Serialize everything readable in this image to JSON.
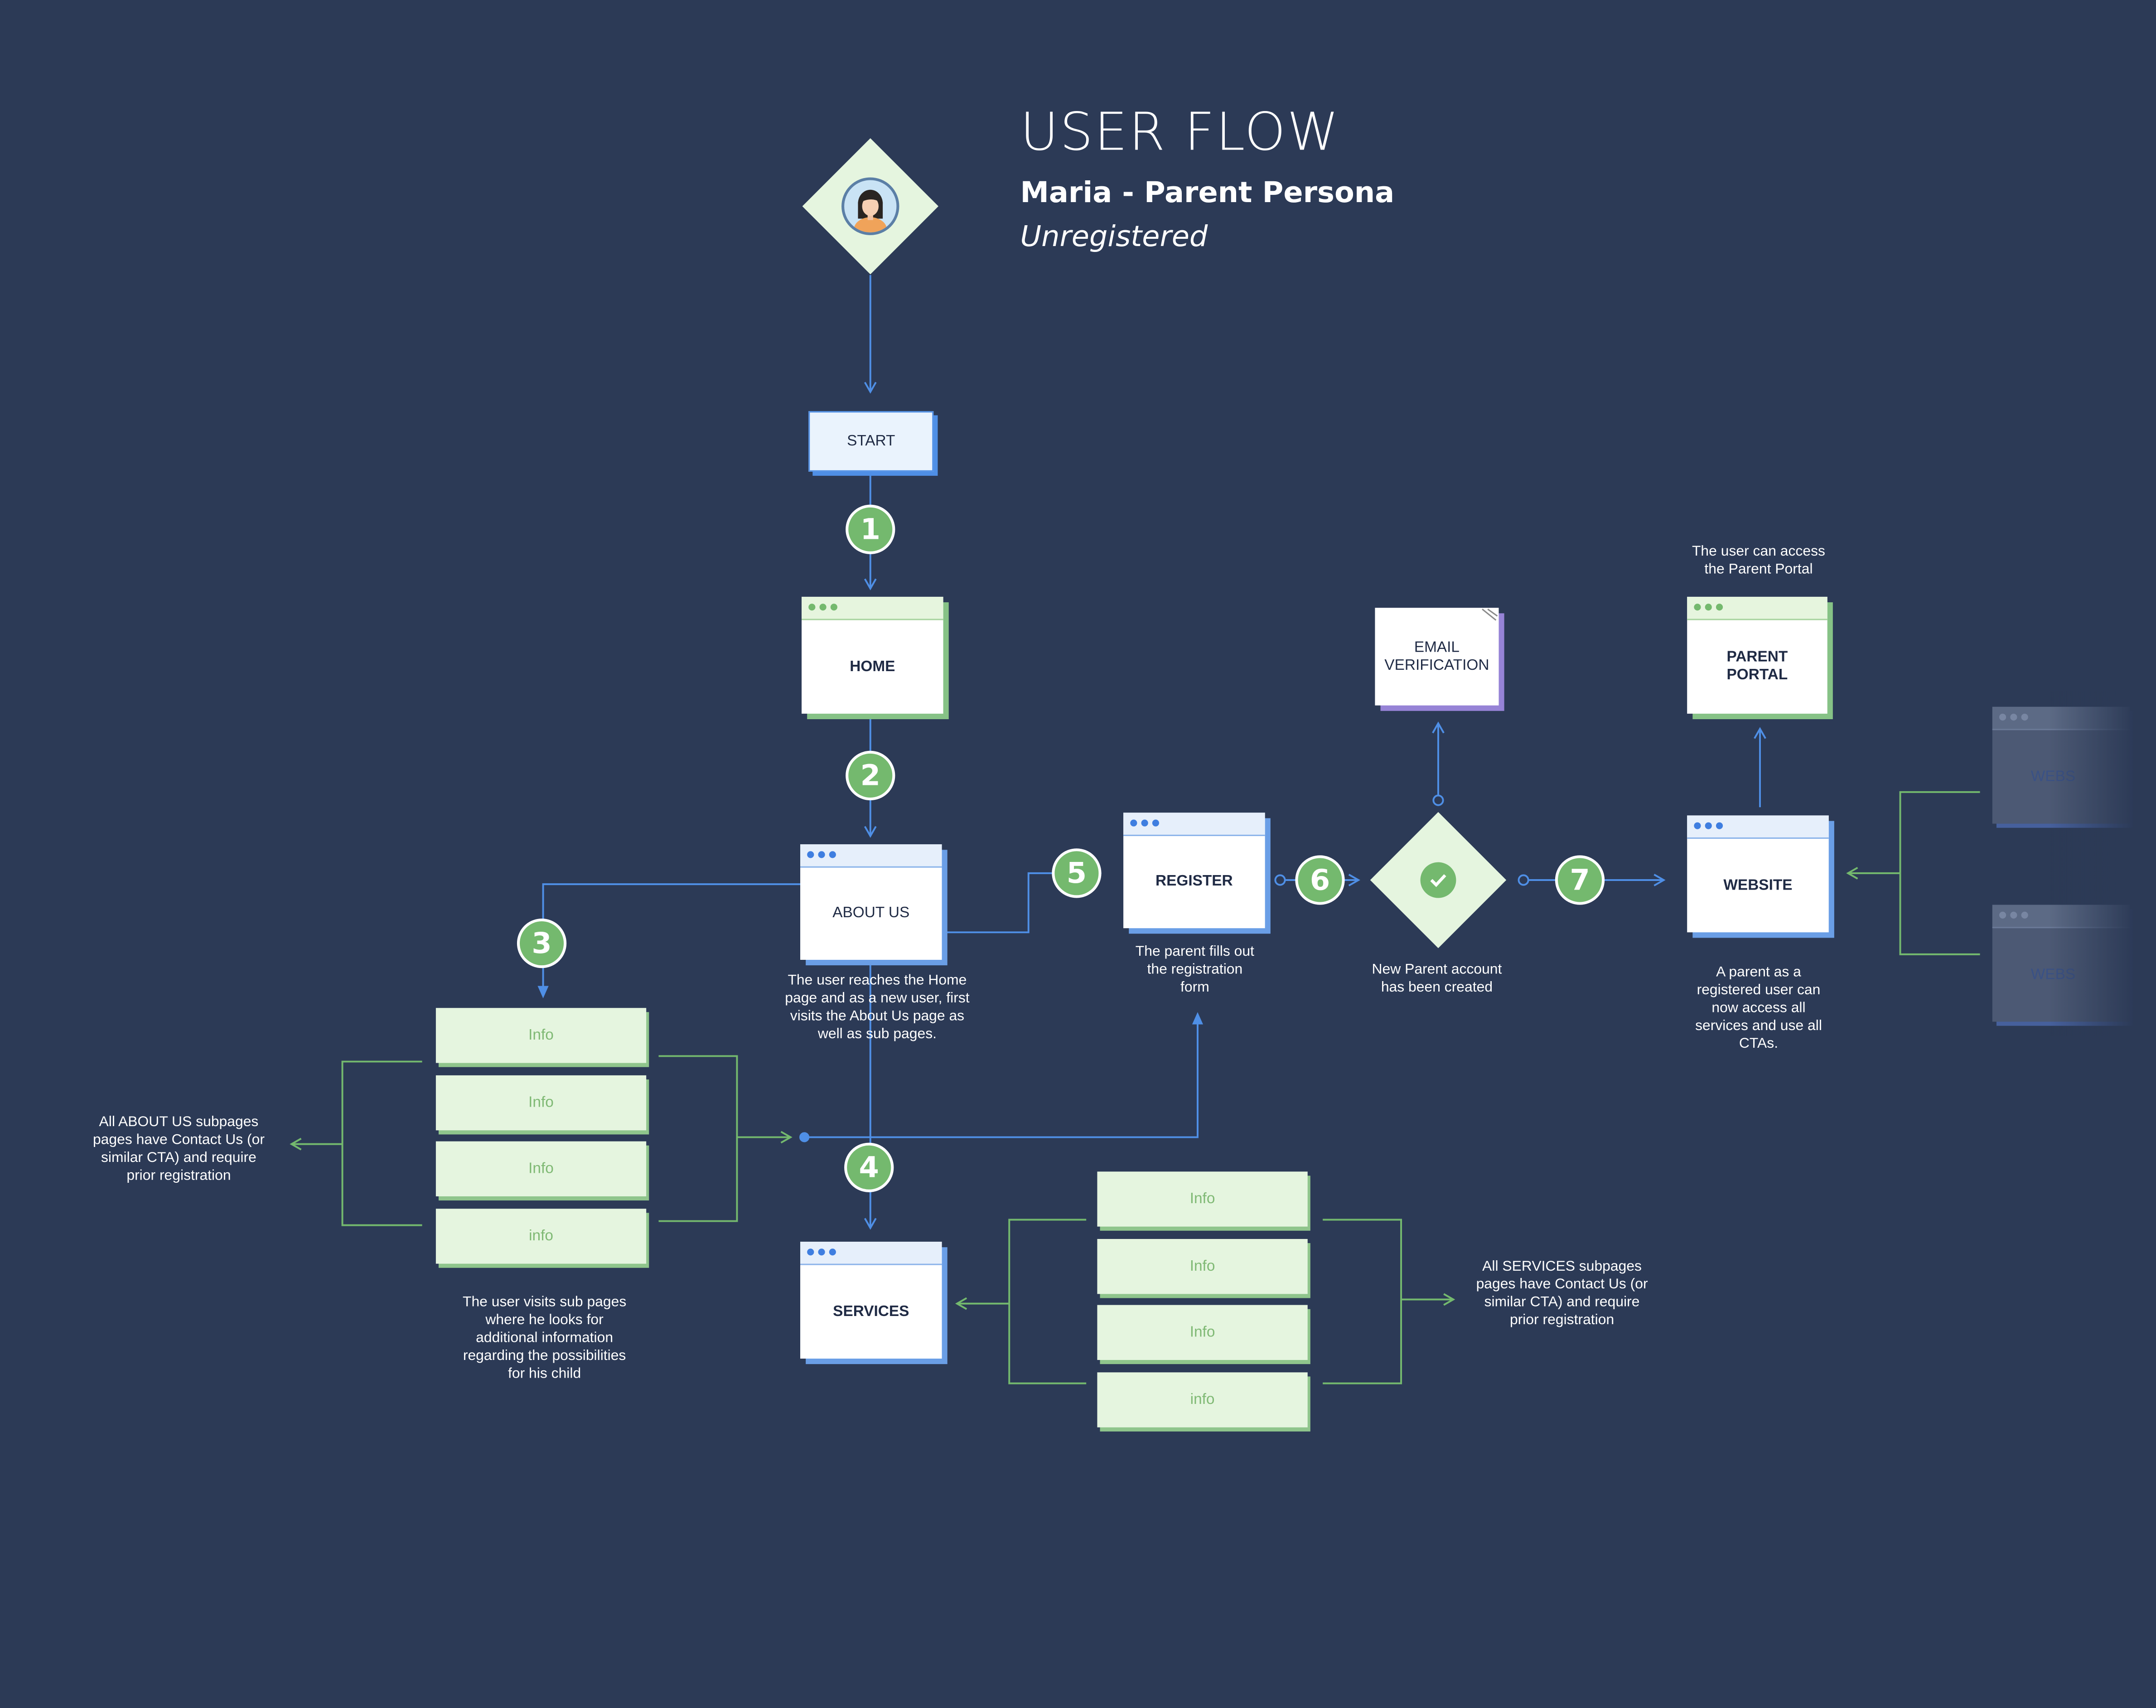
{
  "header": {
    "title": "USER FLOW",
    "persona": "Maria - Parent Persona",
    "status": "Unregistered"
  },
  "nodes": {
    "start": "START",
    "home": "HOME",
    "about_us": "ABOUT US",
    "services": "SERVICES",
    "register": "REGISTER",
    "email_verification": "EMAIL\nVERIFICATION",
    "parent_portal": "PARENT\nPORTAL",
    "website": "WEBSITE",
    "ghost_website_1": "WEBS",
    "ghost_website_2": "WEBS"
  },
  "info_left": [
    "Info",
    "Info",
    "Info",
    "info"
  ],
  "info_right": [
    "Info",
    "Info",
    "Info",
    "info"
  ],
  "steps": [
    "1",
    "2",
    "3",
    "4",
    "5",
    "6",
    "7"
  ],
  "notes": {
    "about_us": "The user reaches the Home\npage and as a new user, first\nvisits the About Us page as\nwell as sub pages.",
    "register": "The parent fills out\nthe registration\nform",
    "account_created": "New Parent account\nhas been created",
    "parent_portal": "The user can access\nthe Parent Portal",
    "website": "A parent as a\nregistered user can\nnow access all\nservices and use all\nCTAs.",
    "about_subpages": "All ABOUT US subpages\npages have Contact Us (or\nsimilar CTA) and require\nprior registration",
    "sub_pages_visit": "The user visits sub pages\nwhere he looks for\nadditional information\nregarding the possibilities\nfor his child",
    "services_subpages": "All SERVICES subpages\npages have Contact Us (or\nsimilar CTA) and require\nprior registration"
  },
  "icons": {
    "persona": "persona-avatar-icon",
    "check": "checkmark-icon"
  },
  "colors": {
    "background": "#2c3a56",
    "flow_blue": "#4f8fe6",
    "branch_green": "#74b96e",
    "info_fill": "#e5f5df",
    "verification_purple": "#9683d6"
  }
}
